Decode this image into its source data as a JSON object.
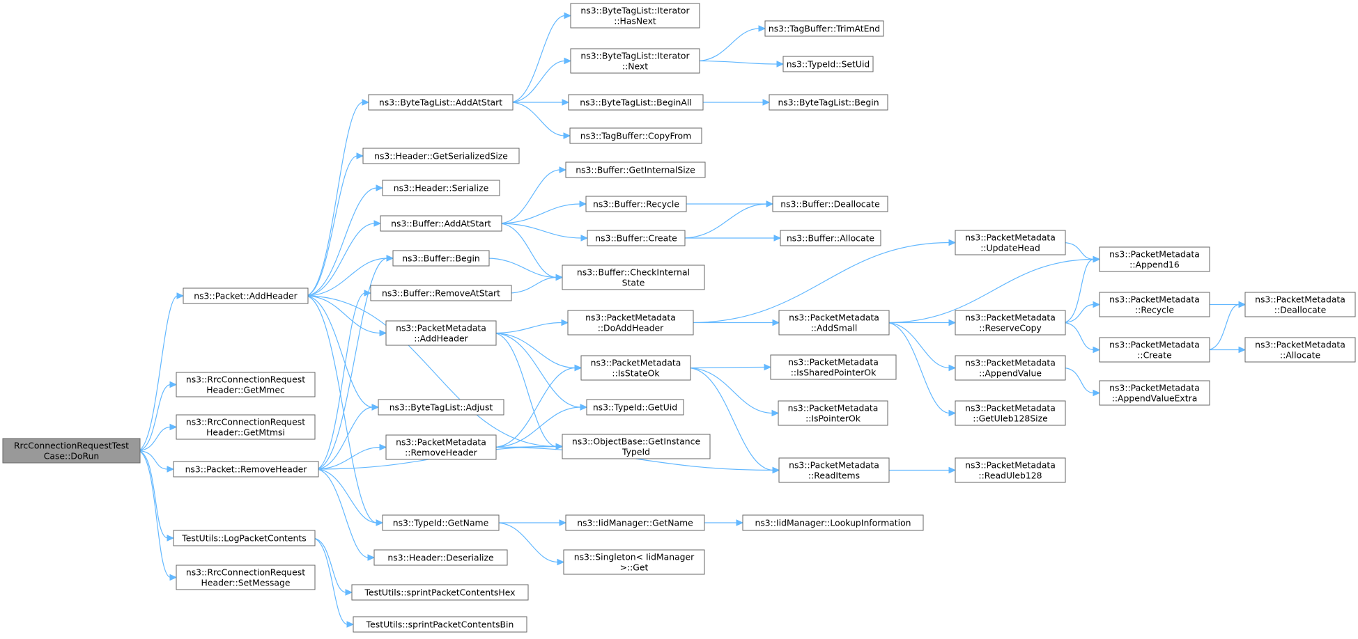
{
  "diagram": {
    "colors": {
      "edge": "#63b8ff",
      "node_border": "#666666",
      "root_fill": "#999999",
      "node_fill": "#ffffff"
    },
    "nodes": [
      {
        "id": "n0",
        "lines": [
          "RrcConnectionRequestTest",
          "Case::DoRun"
        ],
        "root": true
      },
      {
        "id": "n1",
        "lines": [
          "ns3::Packet::AddHeader"
        ]
      },
      {
        "id": "n2",
        "lines": [
          "ns3::RrcConnectionRequest",
          "Header::GetMmec"
        ]
      },
      {
        "id": "n3",
        "lines": [
          "ns3::RrcConnectionRequest",
          "Header::GetMtmsi"
        ]
      },
      {
        "id": "n4",
        "lines": [
          "ns3::Packet::RemoveHeader"
        ]
      },
      {
        "id": "n5",
        "lines": [
          "TestUtils::LogPacketContents"
        ]
      },
      {
        "id": "n6",
        "lines": [
          "ns3::RrcConnectionRequest",
          "Header::SetMessage"
        ]
      },
      {
        "id": "n7",
        "lines": [
          "ns3::ByteTagList::AddAtStart"
        ]
      },
      {
        "id": "n8",
        "lines": [
          "ns3::Header::GetSerializedSize"
        ]
      },
      {
        "id": "n9",
        "lines": [
          "ns3::Header::Serialize"
        ]
      },
      {
        "id": "n10",
        "lines": [
          "ns3::Buffer::AddAtStart"
        ]
      },
      {
        "id": "n11",
        "lines": [
          "ns3::Buffer::Begin"
        ]
      },
      {
        "id": "n12",
        "lines": [
          "ns3::Buffer::RemoveAtStart"
        ]
      },
      {
        "id": "n13",
        "lines": [
          "ns3::PacketMetadata",
          "::AddHeader"
        ]
      },
      {
        "id": "n14",
        "lines": [
          "ns3::ByteTagList::Adjust"
        ]
      },
      {
        "id": "n15",
        "lines": [
          "ns3::PacketMetadata",
          "::RemoveHeader"
        ]
      },
      {
        "id": "n16",
        "lines": [
          "ns3::TypeId::GetName"
        ]
      },
      {
        "id": "n17",
        "lines": [
          "ns3::Header::Deserialize"
        ]
      },
      {
        "id": "n18",
        "lines": [
          "TestUtils::sprintPacketContentsHex"
        ]
      },
      {
        "id": "n19",
        "lines": [
          "TestUtils::sprintPacketContentsBin"
        ]
      },
      {
        "id": "n20",
        "lines": [
          "ns3::ByteTagList::Iterator",
          "::HasNext"
        ]
      },
      {
        "id": "n21",
        "lines": [
          "ns3::ByteTagList::Iterator",
          "::Next"
        ]
      },
      {
        "id": "n22",
        "lines": [
          "ns3::ByteTagList::BeginAll"
        ]
      },
      {
        "id": "n23",
        "lines": [
          "ns3::TagBuffer::CopyFrom"
        ]
      },
      {
        "id": "n24",
        "lines": [
          "ns3::Buffer::GetInternalSize"
        ]
      },
      {
        "id": "n25",
        "lines": [
          "ns3::Buffer::Recycle"
        ]
      },
      {
        "id": "n26",
        "lines": [
          "ns3::Buffer::Create"
        ]
      },
      {
        "id": "n27",
        "lines": [
          "ns3::Buffer::CheckInternal",
          "State"
        ]
      },
      {
        "id": "n28",
        "lines": [
          "ns3::PacketMetadata",
          "::DoAddHeader"
        ]
      },
      {
        "id": "n29",
        "lines": [
          "ns3::PacketMetadata",
          "::IsStateOk"
        ]
      },
      {
        "id": "n30",
        "lines": [
          "ns3::TypeId::GetUid"
        ]
      },
      {
        "id": "n31",
        "lines": [
          "ns3::ObjectBase::GetInstance",
          "TypeId"
        ]
      },
      {
        "id": "n32",
        "lines": [
          "ns3::IidManager::GetName"
        ]
      },
      {
        "id": "n33",
        "lines": [
          "ns3::Singleton< IidManager",
          ">::Get"
        ]
      },
      {
        "id": "n34",
        "lines": [
          "ns3::TagBuffer::TrimAtEnd"
        ]
      },
      {
        "id": "n35",
        "lines": [
          "ns3::TypeId::SetUid"
        ]
      },
      {
        "id": "n36",
        "lines": [
          "ns3::ByteTagList::Begin"
        ]
      },
      {
        "id": "n37",
        "lines": [
          "ns3::Buffer::Deallocate"
        ]
      },
      {
        "id": "n38",
        "lines": [
          "ns3::Buffer::Allocate"
        ]
      },
      {
        "id": "n39",
        "lines": [
          "ns3::PacketMetadata",
          "::UpdateHead"
        ]
      },
      {
        "id": "n40",
        "lines": [
          "ns3::PacketMetadata",
          "::AddSmall"
        ]
      },
      {
        "id": "n41",
        "lines": [
          "ns3::PacketMetadata",
          "::IsSharedPointerOk"
        ]
      },
      {
        "id": "n42",
        "lines": [
          "ns3::PacketMetadata",
          "::IsPointerOk"
        ]
      },
      {
        "id": "n43",
        "lines": [
          "ns3::PacketMetadata",
          "::ReadItems"
        ]
      },
      {
        "id": "n44",
        "lines": [
          "ns3::IidManager::LookupInformation"
        ]
      },
      {
        "id": "n45",
        "lines": [
          "ns3::PacketMetadata",
          "::ReserveCopy"
        ]
      },
      {
        "id": "n46",
        "lines": [
          "ns3::PacketMetadata",
          "::AppendValue"
        ]
      },
      {
        "id": "n47",
        "lines": [
          "ns3::PacketMetadata",
          "::GetUleb128Size"
        ]
      },
      {
        "id": "n48",
        "lines": [
          "ns3::PacketMetadata",
          "::ReadUleb128"
        ]
      },
      {
        "id": "n49",
        "lines": [
          "ns3::PacketMetadata",
          "::Append16"
        ]
      },
      {
        "id": "n50",
        "lines": [
          "ns3::PacketMetadata",
          "::Recycle"
        ]
      },
      {
        "id": "n51",
        "lines": [
          "ns3::PacketMetadata",
          "::Create"
        ]
      },
      {
        "id": "n52",
        "lines": [
          "ns3::PacketMetadata",
          "::AppendValueExtra"
        ]
      },
      {
        "id": "n53",
        "lines": [
          "ns3::PacketMetadata",
          "::Deallocate"
        ]
      },
      {
        "id": "n54",
        "lines": [
          "ns3::PacketMetadata",
          "::Allocate"
        ]
      }
    ],
    "edges": [
      [
        "n0",
        "n1"
      ],
      [
        "n0",
        "n2"
      ],
      [
        "n0",
        "n3"
      ],
      [
        "n0",
        "n4"
      ],
      [
        "n0",
        "n5"
      ],
      [
        "n0",
        "n6"
      ],
      [
        "n1",
        "n7"
      ],
      [
        "n1",
        "n8"
      ],
      [
        "n1",
        "n9"
      ],
      [
        "n1",
        "n10"
      ],
      [
        "n1",
        "n11"
      ],
      [
        "n1",
        "n13"
      ],
      [
        "n1",
        "n14"
      ],
      [
        "n1",
        "n31"
      ],
      [
        "n1",
        "n16"
      ],
      [
        "n4",
        "n14"
      ],
      [
        "n4",
        "n11"
      ],
      [
        "n4",
        "n12"
      ],
      [
        "n4",
        "n15"
      ],
      [
        "n4",
        "n31"
      ],
      [
        "n4",
        "n16"
      ],
      [
        "n4",
        "n17"
      ],
      [
        "n5",
        "n18"
      ],
      [
        "n5",
        "n19"
      ],
      [
        "n7",
        "n20"
      ],
      [
        "n7",
        "n21"
      ],
      [
        "n7",
        "n22"
      ],
      [
        "n7",
        "n23"
      ],
      [
        "n21",
        "n34"
      ],
      [
        "n21",
        "n35"
      ],
      [
        "n22",
        "n36"
      ],
      [
        "n10",
        "n24"
      ],
      [
        "n10",
        "n25"
      ],
      [
        "n10",
        "n26"
      ],
      [
        "n10",
        "n27"
      ],
      [
        "n25",
        "n37"
      ],
      [
        "n26",
        "n37"
      ],
      [
        "n26",
        "n38"
      ],
      [
        "n11",
        "n27"
      ],
      [
        "n12",
        "n27"
      ],
      [
        "n13",
        "n28"
      ],
      [
        "n13",
        "n29"
      ],
      [
        "n13",
        "n30"
      ],
      [
        "n13",
        "n31"
      ],
      [
        "n28",
        "n39"
      ],
      [
        "n28",
        "n40"
      ],
      [
        "n15",
        "n29"
      ],
      [
        "n15",
        "n30"
      ],
      [
        "n15",
        "n31"
      ],
      [
        "n15",
        "n43"
      ],
      [
        "n29",
        "n41"
      ],
      [
        "n29",
        "n42"
      ],
      [
        "n29",
        "n43"
      ],
      [
        "n16",
        "n32"
      ],
      [
        "n16",
        "n33"
      ],
      [
        "n32",
        "n44"
      ],
      [
        "n39",
        "n49"
      ],
      [
        "n40",
        "n49"
      ],
      [
        "n40",
        "n45"
      ],
      [
        "n40",
        "n46"
      ],
      [
        "n40",
        "n47"
      ],
      [
        "n45",
        "n49"
      ],
      [
        "n45",
        "n50"
      ],
      [
        "n45",
        "n51"
      ],
      [
        "n46",
        "n52"
      ],
      [
        "n43",
        "n48"
      ],
      [
        "n50",
        "n53"
      ],
      [
        "n51",
        "n53"
      ],
      [
        "n51",
        "n54"
      ]
    ]
  }
}
